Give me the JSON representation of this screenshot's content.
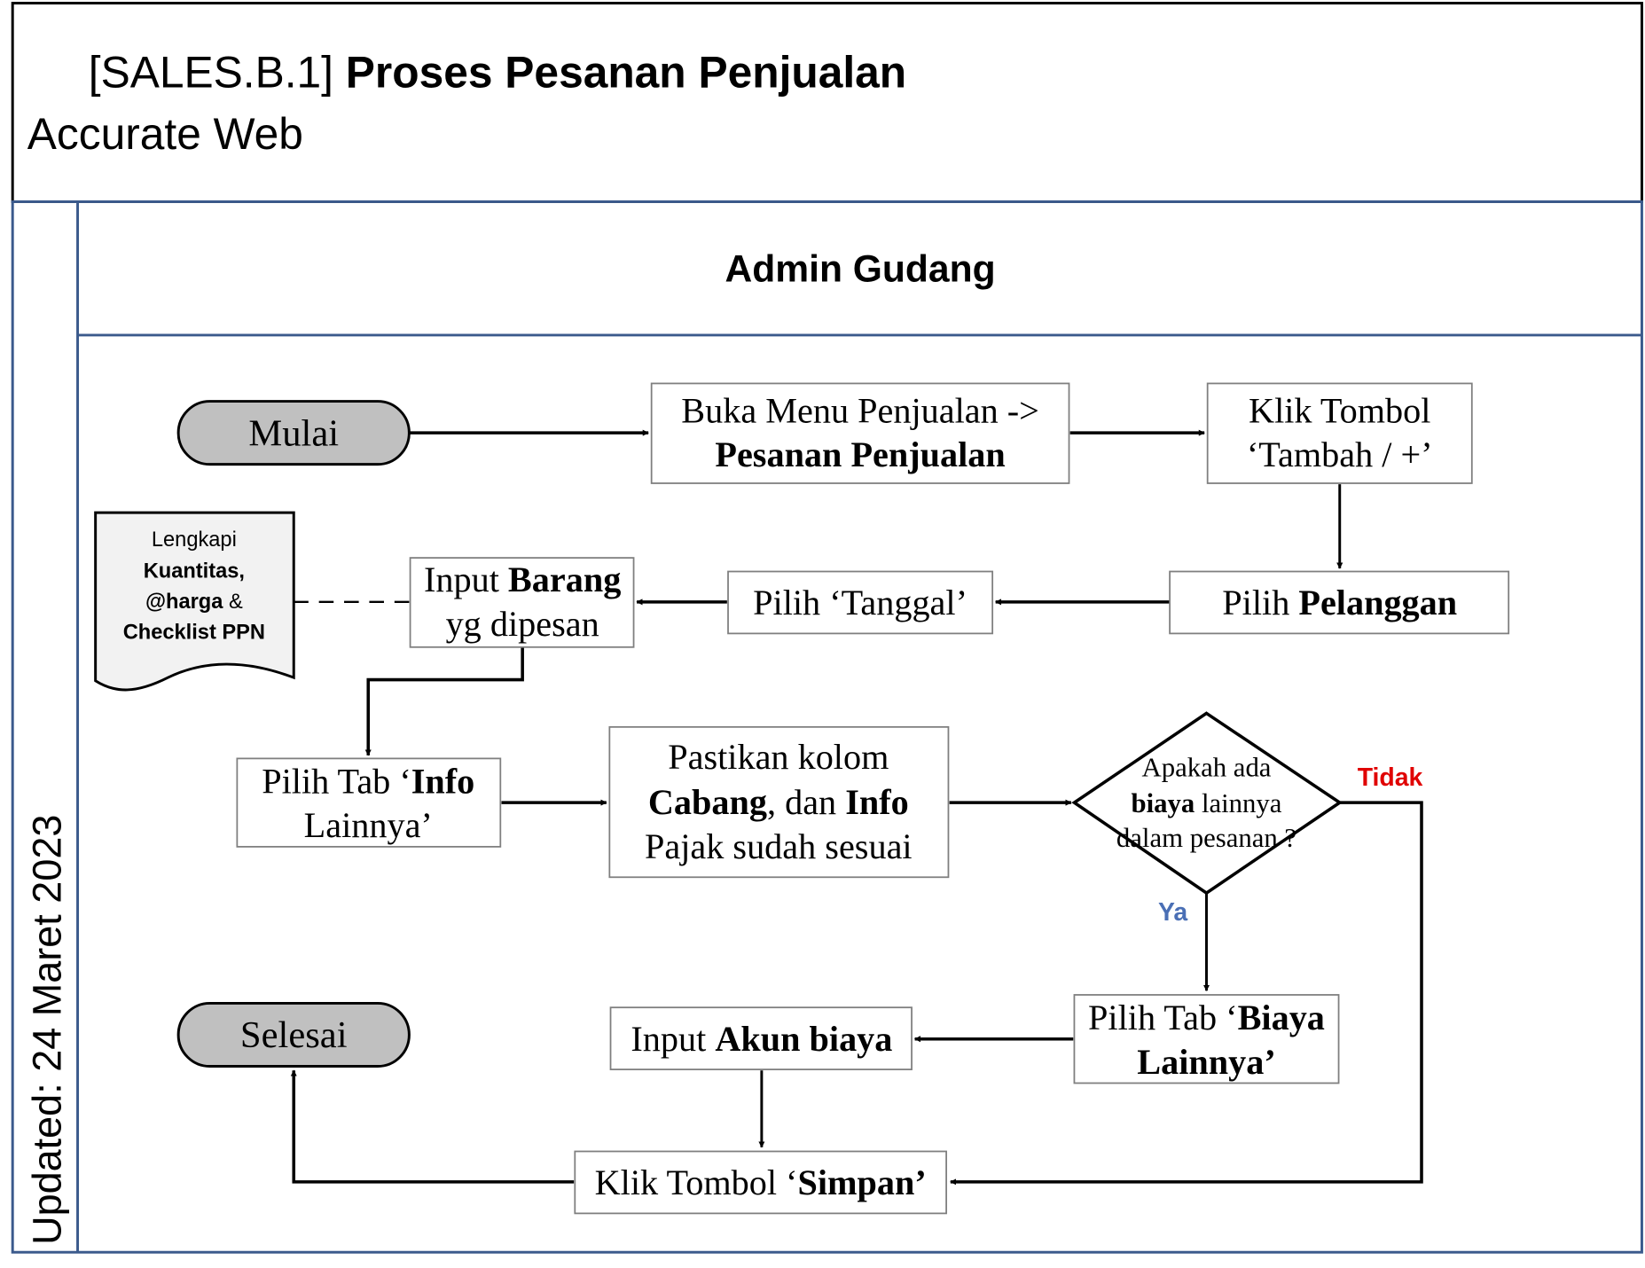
{
  "header": {
    "code": "[SALES.B.1]",
    "title": "Proses Pesanan Penjualan",
    "subtitle": "Accurate Web"
  },
  "side_label": "Updated: 24 Maret 2023",
  "lane": {
    "name": "Admin Gudang"
  },
  "colors": {
    "pool_border": "#3b5a8c",
    "terminal_fill": "#c0c0c0",
    "no_label": "#e00000",
    "yes_label": "#4a6fb5",
    "note_fill": "#f2f2f2"
  },
  "nodes": {
    "start": {
      "label": "Mulai"
    },
    "buka_menu": {
      "line1": "Buka Menu Penjualan ->",
      "line2_bold": "Pesanan Penjualan"
    },
    "klik_tambah": {
      "line1": "Klik Tombol",
      "line2": "‘Tambah / +’"
    },
    "pilih_pelanggan": {
      "normal": "Pilih ",
      "bold": "Pelanggan"
    },
    "pilih_tanggal": {
      "label": "Pilih ‘Tanggal’"
    },
    "input_barang": {
      "normal": "Input ",
      "bold": "Barang",
      "line2": "yg dipesan"
    },
    "note": {
      "line1": "Lengkapi",
      "line2": "Kuantitas,",
      "line3_bold": "@harga",
      "line3_normal": " &",
      "line4": "Checklist PPN"
    },
    "info_lainnya": {
      "normal": "Pilih Tab ‘",
      "bold": "Info",
      "line2": "Lainnya’"
    },
    "pastikan": {
      "line1": "Pastikan kolom",
      "bold1": "Cabang",
      "mid": ", dan ",
      "bold2": "Info",
      "line3": "Pajak sudah sesuai"
    },
    "decision": {
      "line1": "Apakah ada",
      "bold": "biaya",
      "line2_rest": " lainnya",
      "line3": "dalam pesanan ?"
    },
    "biaya_lainnya": {
      "normal": "Pilih Tab ‘",
      "bold": "Biaya",
      "line2_bold": "Lainnya’"
    },
    "input_akun": {
      "normal": "Input ",
      "bold": "Akun biaya"
    },
    "simpan": {
      "normal": "Klik Tombol ‘",
      "bold": "Simpan’"
    },
    "end": {
      "label": "Selesai"
    }
  },
  "edge_labels": {
    "no": "Tidak",
    "yes": "Ya"
  }
}
